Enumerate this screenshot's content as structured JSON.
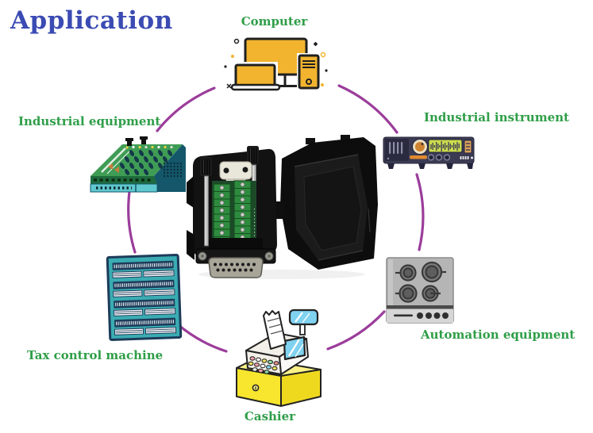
{
  "title": "Application",
  "colors": {
    "title": "#3b4bb3",
    "label_green": "#2f9e48",
    "circle_purple": "#9b3d9b",
    "computer_yellow": "#F2B42F",
    "pcb_green": "#3F9C55",
    "instrument_navy": "#3B3B54",
    "cooktop_gray": "#B5B5B5",
    "cashier_yellow": "#F7E52E",
    "tax_machine_teal": "#3AACB2"
  },
  "applications": [
    {
      "label": "Computer"
    },
    {
      "label": "Industrial equipment"
    },
    {
      "label": "Industrial instrument"
    },
    {
      "label": "Automation equipment"
    },
    {
      "label": "Cashier"
    },
    {
      "label": "Tax control machine"
    }
  ]
}
